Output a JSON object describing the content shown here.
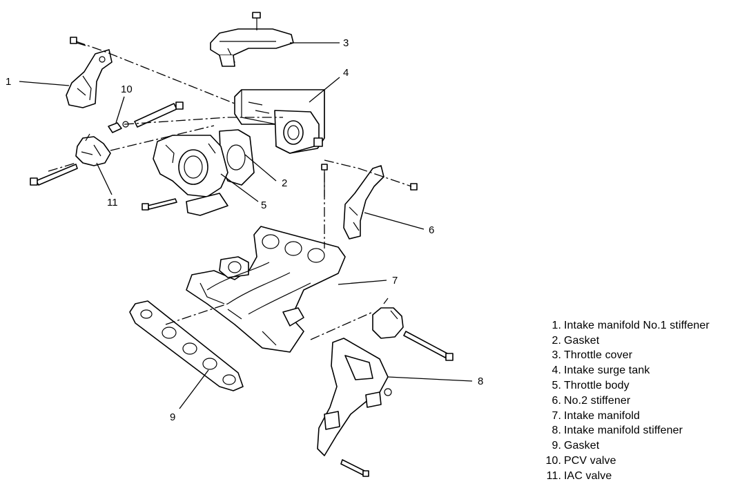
{
  "callouts": [
    "1",
    "2",
    "3",
    "4",
    "5",
    "6",
    "7",
    "8",
    "9",
    "10",
    "11"
  ],
  "legend": [
    {
      "num": "1.",
      "text": "Intake manifold No.1 stiffener"
    },
    {
      "num": "2.",
      "text": "Gasket"
    },
    {
      "num": "3.",
      "text": "Throttle cover"
    },
    {
      "num": "4.",
      "text": "Intake surge tank"
    },
    {
      "num": "5.",
      "text": "Throttle body"
    },
    {
      "num": "6.",
      "text": "No.2 stiffener"
    },
    {
      "num": "7.",
      "text": "Intake manifold"
    },
    {
      "num": "8.",
      "text": "Intake manifold stiffener"
    },
    {
      "num": "9.",
      "text": "Gasket"
    },
    {
      "num": "10.",
      "text": "PCV valve"
    },
    {
      "num": "11.",
      "text": "IAC valve"
    }
  ]
}
